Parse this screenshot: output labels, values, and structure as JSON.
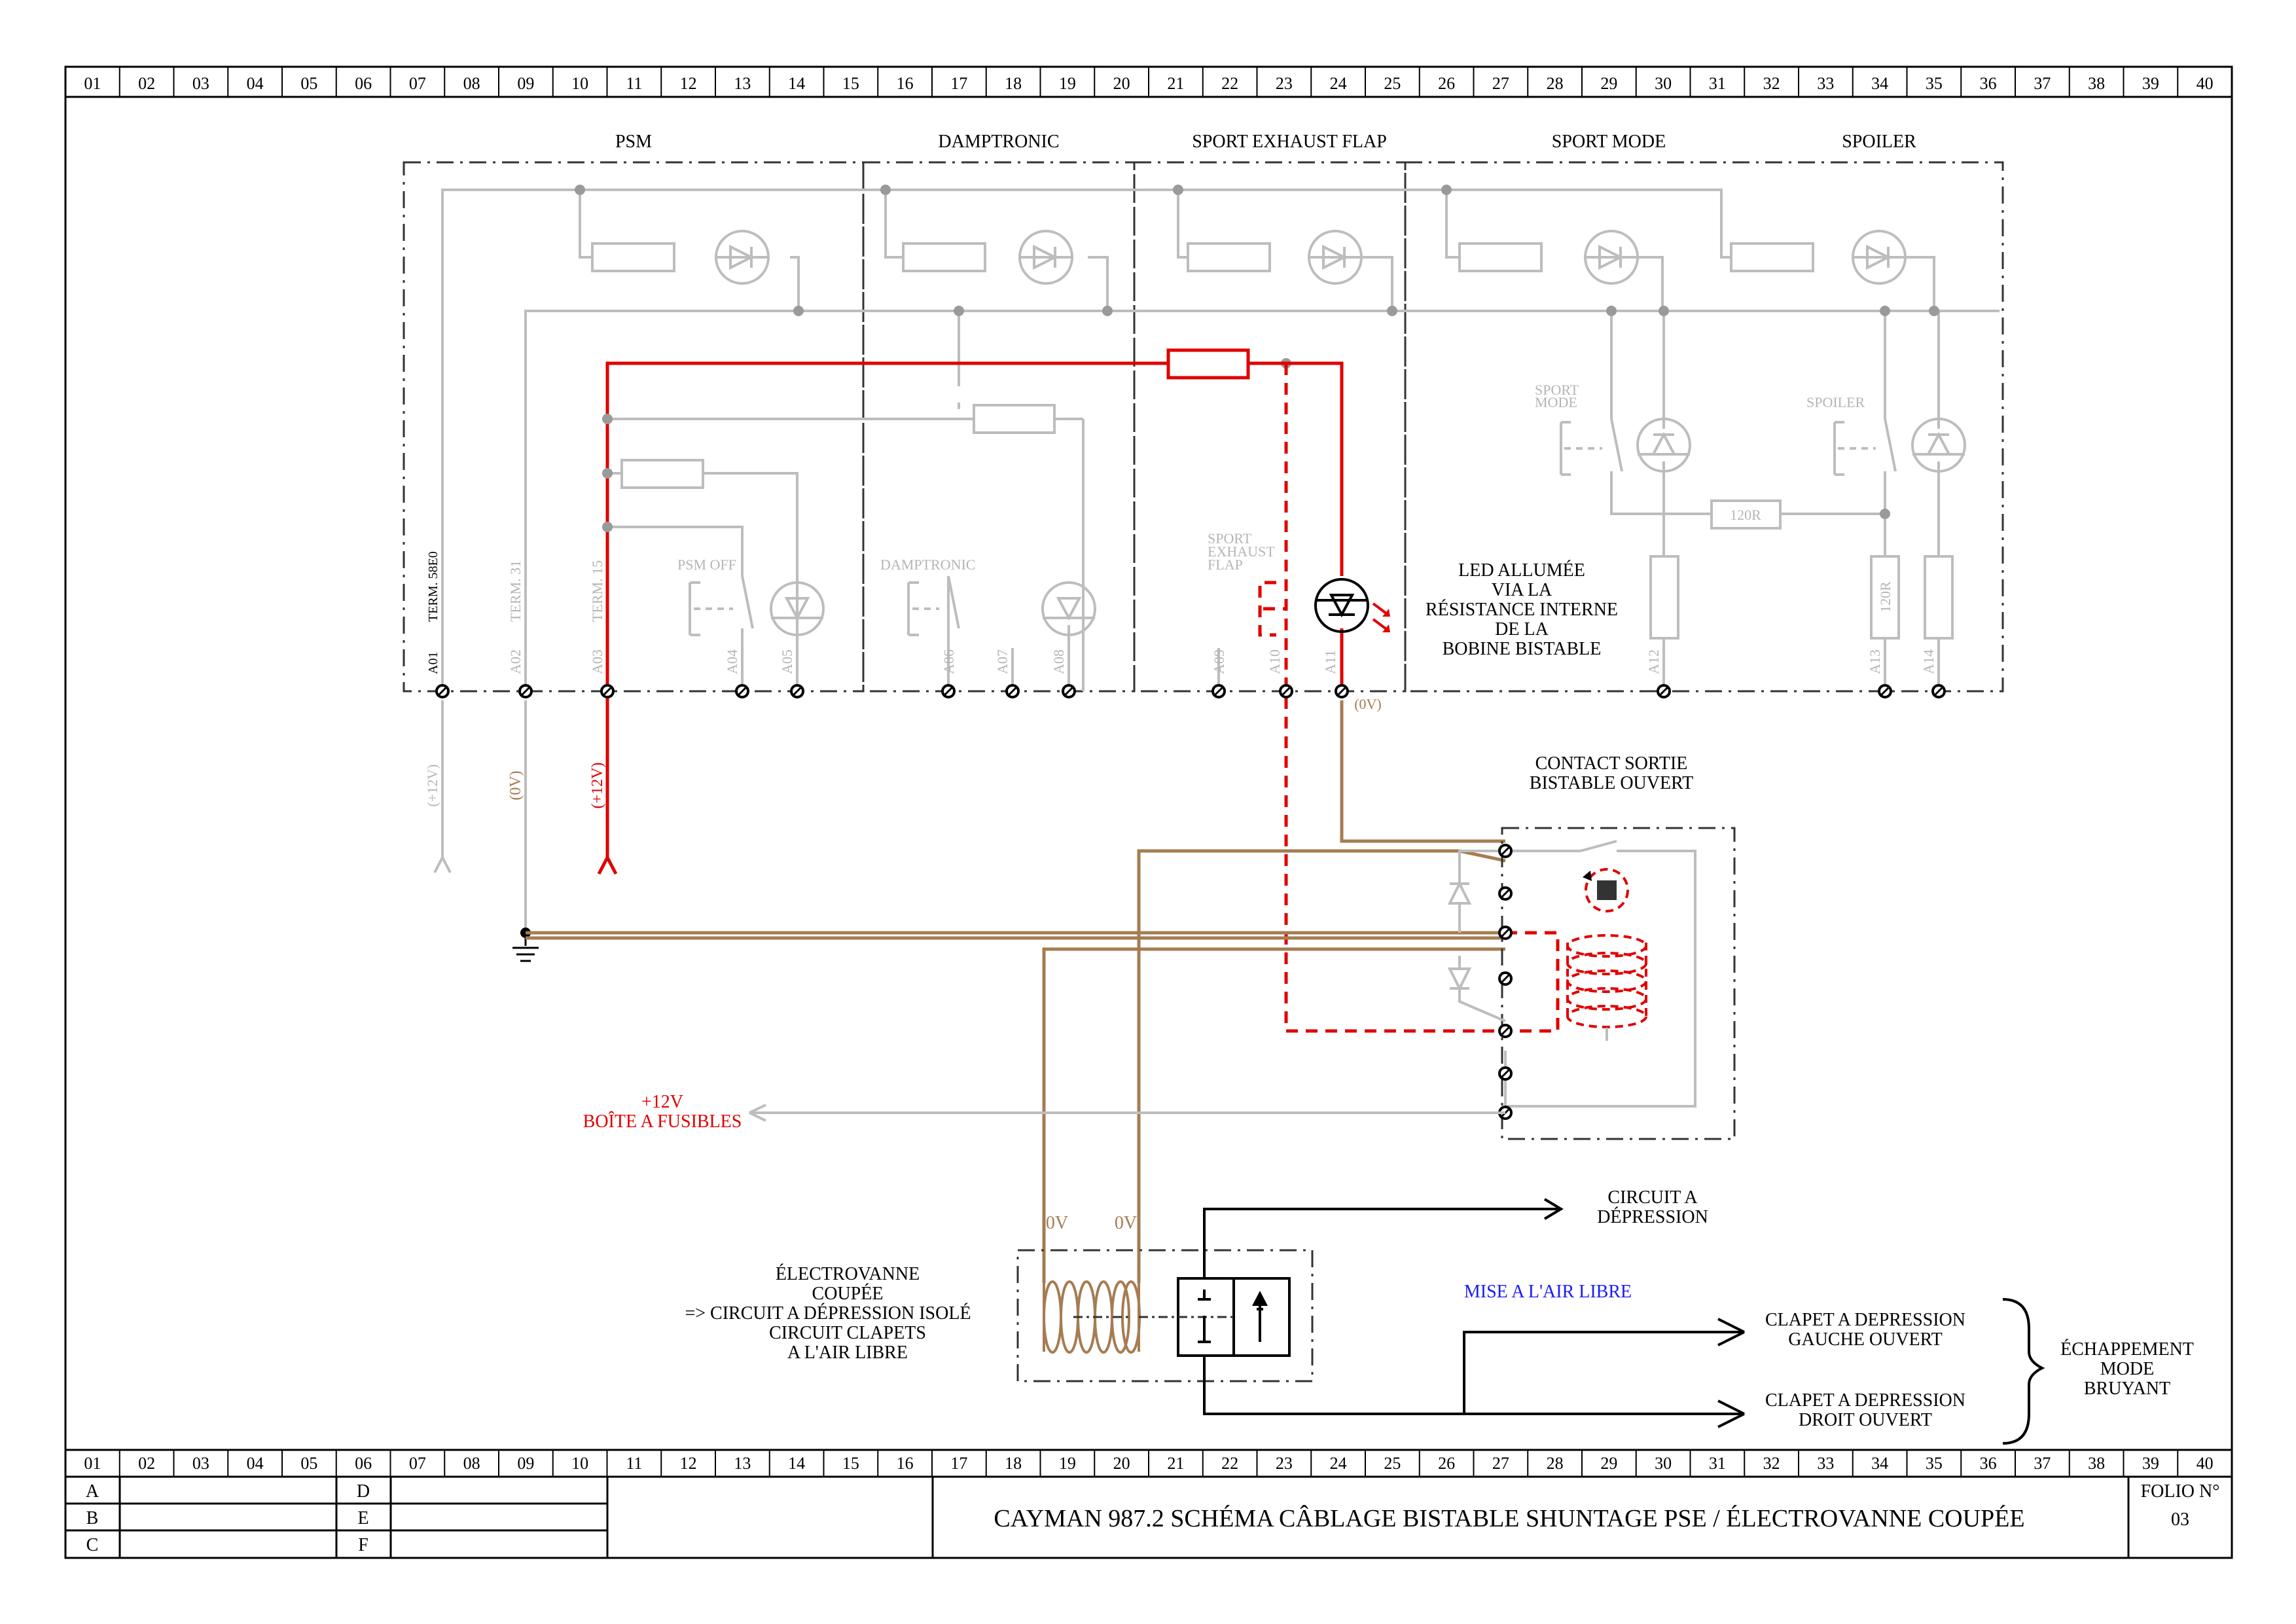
{
  "grid": {
    "columns": [
      "01",
      "02",
      "03",
      "04",
      "05",
      "06",
      "07",
      "08",
      "09",
      "10",
      "11",
      "12",
      "13",
      "14",
      "15",
      "16",
      "17",
      "18",
      "19",
      "20",
      "21",
      "22",
      "23",
      "24",
      "25",
      "26",
      "27",
      "28",
      "29",
      "30",
      "31",
      "32",
      "33",
      "34",
      "35",
      "36",
      "37",
      "38",
      "39",
      "40"
    ]
  },
  "sections": {
    "psm": "PSM",
    "damptronic": "DAMPTRONIC",
    "sport_exhaust_flap": "SPORT EXHAUST FLAP",
    "sport_mode": "SPORT MODE",
    "spoiler": "SPOILER"
  },
  "terminals": {
    "a01": "A01",
    "a02": "A02",
    "a03": "A03",
    "a04": "A04",
    "a05": "A05",
    "a06": "A06",
    "a07": "A07",
    "a08": "A08",
    "a09": "A09",
    "a10": "A10",
    "a11": "A11",
    "a12": "A12",
    "a13": "A13",
    "a14": "A14"
  },
  "term_labels": {
    "term58e0": "TERM. 58E0",
    "term31": "TERM. 31",
    "term15": "TERM. 15"
  },
  "switch_labels": {
    "psm_off": "PSM OFF",
    "damptronic": "DAMPTRONIC",
    "sport_exhaust_l1": "SPORT",
    "sport_exhaust_l2": "EXHAUST",
    "sport_exhaust_l3": "FLAP",
    "sport_mode_l1": "SPORT",
    "sport_mode_l2": "MODE",
    "spoiler": "SPOILER"
  },
  "resistor_labels": {
    "r120_h": "120R",
    "r120_v": "120R"
  },
  "voltages": {
    "v12_grey": "(+12V)",
    "v0": "(0V)",
    "v12_red": "(+12V)",
    "v0_a11": "(0V)",
    "coil_left": "0V",
    "coil_right": "0V"
  },
  "notes": {
    "led_l1": "LED ALLUMÉE",
    "led_l2": "VIA LA",
    "led_l3": "RÉSISTANCE INTERNE",
    "led_l4": "DE LA",
    "led_l5": "BOBINE BISTABLE",
    "contact_l1": "CONTACT SORTIE",
    "contact_l2": "BISTABLE OUVERT",
    "fuse_l1": "+12V",
    "fuse_l2": "BOÎTE A FUSIBLES",
    "valve_l1": "ÉLECTROVANNE",
    "valve_l2": "COUPÉE",
    "valve_l3": "=> CIRCUIT A DÉPRESSION ISOLÉ",
    "valve_l4": "CIRCUIT CLAPETS",
    "valve_l5": "A L'AIR LIBRE",
    "circuit_l1": "CIRCUIT A",
    "circuit_l2": "DÉPRESSION",
    "air_libre": "MISE A L'AIR LIBRE",
    "clapet_g_l1": "CLAPET A DEPRESSION",
    "clapet_g_l2": "GAUCHE OUVERT",
    "clapet_d_l1": "CLAPET A DEPRESSION",
    "clapet_d_l2": "DROIT OUVERT",
    "echap_l1": "ÉCHAPPEMENT",
    "echap_l2": "MODE",
    "echap_l3": "BRUYANT"
  },
  "title_block": {
    "rows_left": [
      "A",
      "B",
      "C"
    ],
    "rows_right": [
      "D",
      "E",
      "F"
    ],
    "title": "CAYMAN 987.2 SCHÉMA CÂBLAGE BISTABLE SHUNTAGE PSE / ÉLECTROVANNE COUPÉE",
    "folio_label": "FOLIO N°",
    "folio_value": "03"
  },
  "colors": {
    "active_wire": "#e00000",
    "inactive_wire": "#bdbdbd",
    "ground_wire": "#a67c52",
    "note_blue": "#1a1aff"
  }
}
